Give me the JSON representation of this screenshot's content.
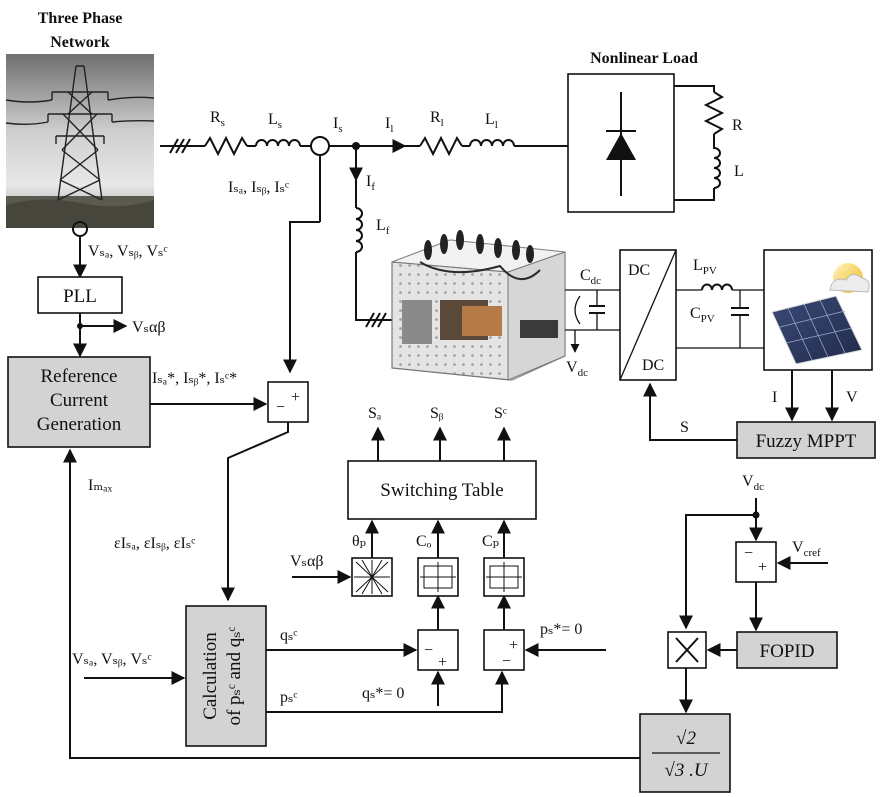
{
  "network": {
    "title_line1": "Three Phase",
    "title_line2": "Network"
  },
  "load": {
    "title": "Nonlinear Load",
    "r": "R",
    "l": "L"
  },
  "line": {
    "rs": "R",
    "rs_sub": "s",
    "ls": "L",
    "ls_sub": "s",
    "is": "I",
    "is_sub": "s",
    "il": "I",
    "il_sub": "l",
    "rl": "R",
    "rl_sub": "l",
    "ll": "L",
    "ll_sub": "l",
    "if": "I",
    "if_sub": "f",
    "lf": "L",
    "lf_sub": "f"
  },
  "sensing": {
    "source_currents": "Iₛₐ, Iₛᵦ, Iₛᶜ",
    "source_voltages": "Vₛₐ, Vₛᵦ, Vₛᶜ"
  },
  "blocks": {
    "pll": "PLL",
    "valphabeta": "Vₛαβ",
    "ref_line1": "Reference",
    "ref_line2": "Current",
    "ref_line3": "Generation",
    "ref_currents": "Iₛₐ*, Iₛᵦ*, Iₛᶜ*",
    "imax": "Iₘₐₓ",
    "errors": "εIₛₐ, εIₛᵦ, εIₛᶜ",
    "calc_line1": "Calculation",
    "calc_line2": "of pₛᶜ and qₛᶜ",
    "calc_inputs": "Vₛₐ, Vₛᵦ, Vₛᶜ",
    "qsc": "qₛᶜ",
    "psc": "pₛᶜ",
    "qs_ref": "qₛ*= 0",
    "ps_ref": "pₛ*= 0",
    "switching_table": "Switching Table",
    "sa": "Sₐ",
    "sb": "Sᵦ",
    "sc": "Sᶜ",
    "theta": "θₚ",
    "cq": "Cₒ",
    "cp": "Cₚ",
    "valphabeta_in": "Vₛαβ",
    "cdc": "C",
    "cdc_sub": "dc",
    "vdc": "V",
    "vdc_sub": "dc",
    "dc_top": "DC",
    "dc_bottom": "DC",
    "lpv": "L",
    "lpv_sub": "PV",
    "cpv": "C",
    "cpv_sub": "PV",
    "fuzzy": "Fuzzy MPPT",
    "mppt_i": "I",
    "mppt_v": "V",
    "mppt_s": "S",
    "vdc_fb": "V",
    "vdc_fb_sub": "dc",
    "vcref": "V",
    "vcref_sub": "cref",
    "fopid": "FOPID",
    "gain_num": "√2",
    "gain_den": "√3 .U"
  }
}
